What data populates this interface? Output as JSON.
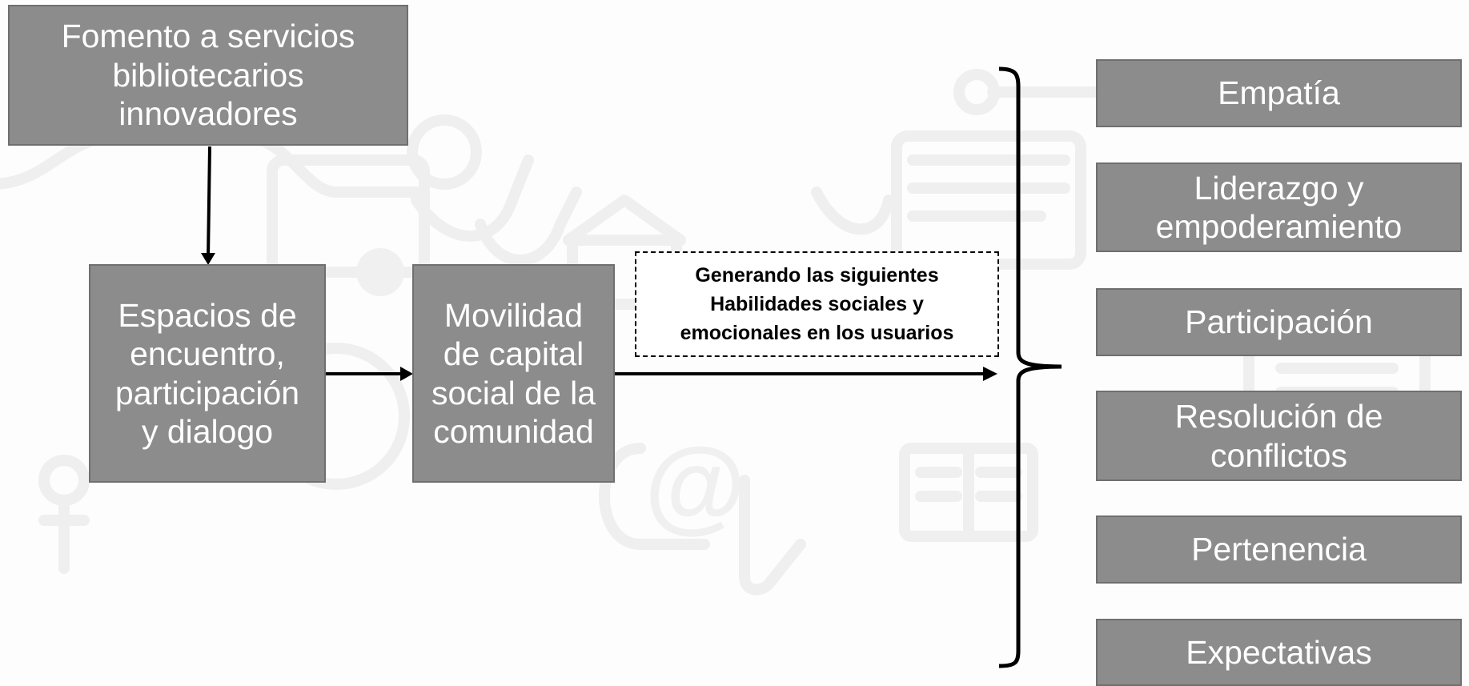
{
  "diagram": {
    "top_box": "Fomento a servicios\nbibliotecarios\ninnovadores",
    "spaces_box": "Espacios de\nencuentro,\nparticipación\ny dialogo",
    "mobility_box": "Movilidad\nde capital\nsocial de la\ncomunidad",
    "arrow_label": "Generando las siguientes\nHabilidades sociales y\nemocionales en los usuarios",
    "skills": [
      "Empatía",
      "Liderazgo y\nempoderamiento",
      "Participación",
      "Resolución de\nconflictos",
      "Pertenencia",
      "Expectativas"
    ]
  },
  "colors": {
    "box_fill": "#8c8c8c",
    "box_border": "#6f6f6f",
    "box_text": "#ffffff",
    "connector": "#000000",
    "background_icons": "#efefef"
  }
}
